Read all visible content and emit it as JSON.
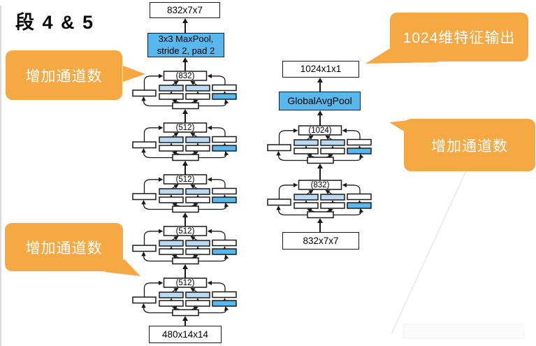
{
  "title": "段 4 & 5",
  "colors": {
    "callout_orange": "#F6A843",
    "pool_blue": "#58B7EC",
    "conv_light_blue": "#BCD9F2",
    "box_border": "#1A1A1A"
  },
  "callouts": {
    "increase_channels_top_left": "增加通道数",
    "increase_channels_bottom_left": "增加通道数",
    "increase_channels_right": "增加通道数",
    "feature_output_top_right": "1024维特征输出"
  },
  "left_column": {
    "output_box": "832x7x7",
    "pool_line1": "3x3 MaxPool,",
    "pool_line2": "stride 2, pad 2",
    "modules": [
      {
        "label": "(832)"
      },
      {
        "label": "(512)"
      },
      {
        "label": "(512)"
      },
      {
        "label": "(512)"
      },
      {
        "label": "(512)"
      }
    ],
    "input_box": "480x14x14"
  },
  "right_column": {
    "output_box": "1024x1x1",
    "pool_box": "GlobalAvgPool",
    "modules": [
      {
        "label": "(1024)"
      },
      {
        "label": "(832)"
      }
    ],
    "input_box": "832x7x7"
  }
}
